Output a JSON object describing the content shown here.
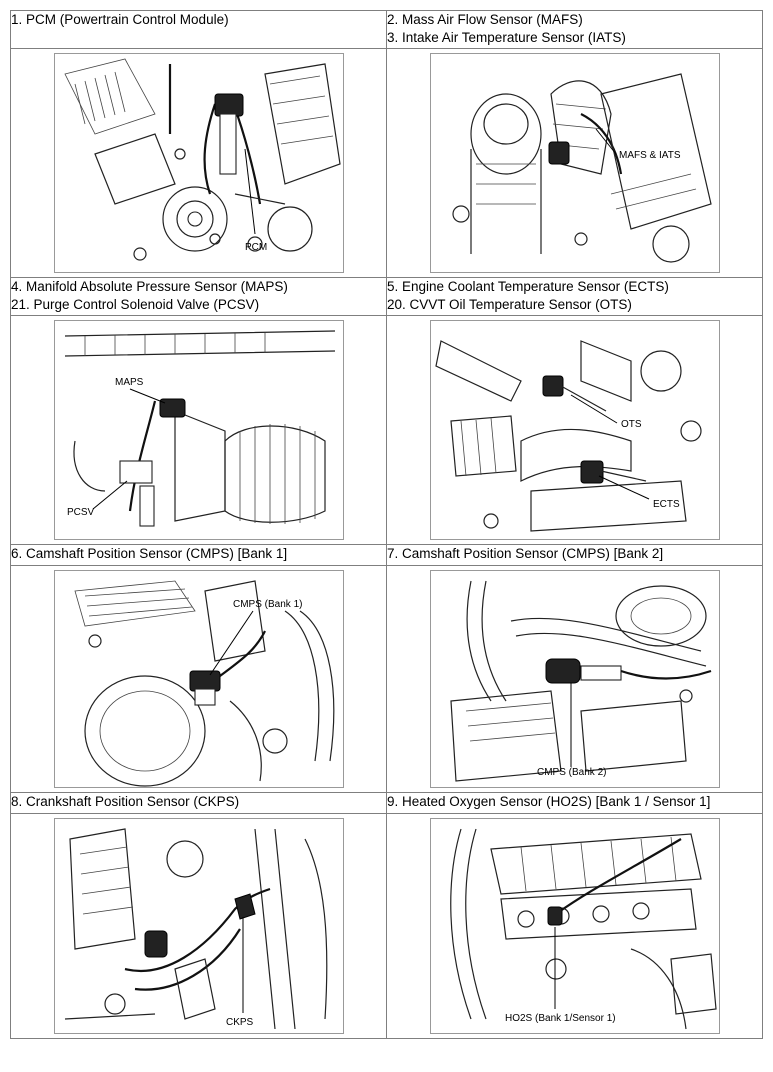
{
  "rows": [
    {
      "left": {
        "lines": [
          "1. PCM (Powertrain Control Module)"
        ],
        "callouts": [
          "PCM"
        ]
      },
      "right": {
        "lines": [
          "2. Mass Air Flow Sensor (MAFS)",
          "3. Intake Air Temperature Sensor (IATS)"
        ],
        "callouts": [
          "MAFS & IATS"
        ]
      }
    },
    {
      "left": {
        "lines": [
          "4. Manifold Absolute Pressure Sensor (MAPS)",
          "21. Purge Control Solenoid Valve (PCSV)"
        ],
        "callouts": [
          "MAPS",
          "PCSV"
        ]
      },
      "right": {
        "lines": [
          "5. Engine Coolant Temperature Sensor (ECTS)",
          "20. CVVT Oil Temperature Sensor (OTS)"
        ],
        "callouts": [
          "OTS",
          "ECTS"
        ]
      }
    },
    {
      "left": {
        "lines": [
          "6. Camshaft Position Sensor (CMPS) [Bank 1]"
        ],
        "callouts": [
          "CMPS (Bank 1)"
        ]
      },
      "right": {
        "lines": [
          "7. Camshaft Position Sensor (CMPS) [Bank 2]"
        ],
        "callouts": [
          "CMPS (Bank 2)"
        ]
      }
    },
    {
      "left": {
        "lines": [
          "8. Crankshaft Position Sensor (CKPS)"
        ],
        "callouts": [
          "CKPS"
        ]
      },
      "right": {
        "lines": [
          "9. Heated Oxygen Sensor (HO2S) [Bank 1 / Sensor 1]"
        ],
        "callouts": [
          "HO2S (Bank 1/Sensor 1)"
        ]
      }
    }
  ]
}
